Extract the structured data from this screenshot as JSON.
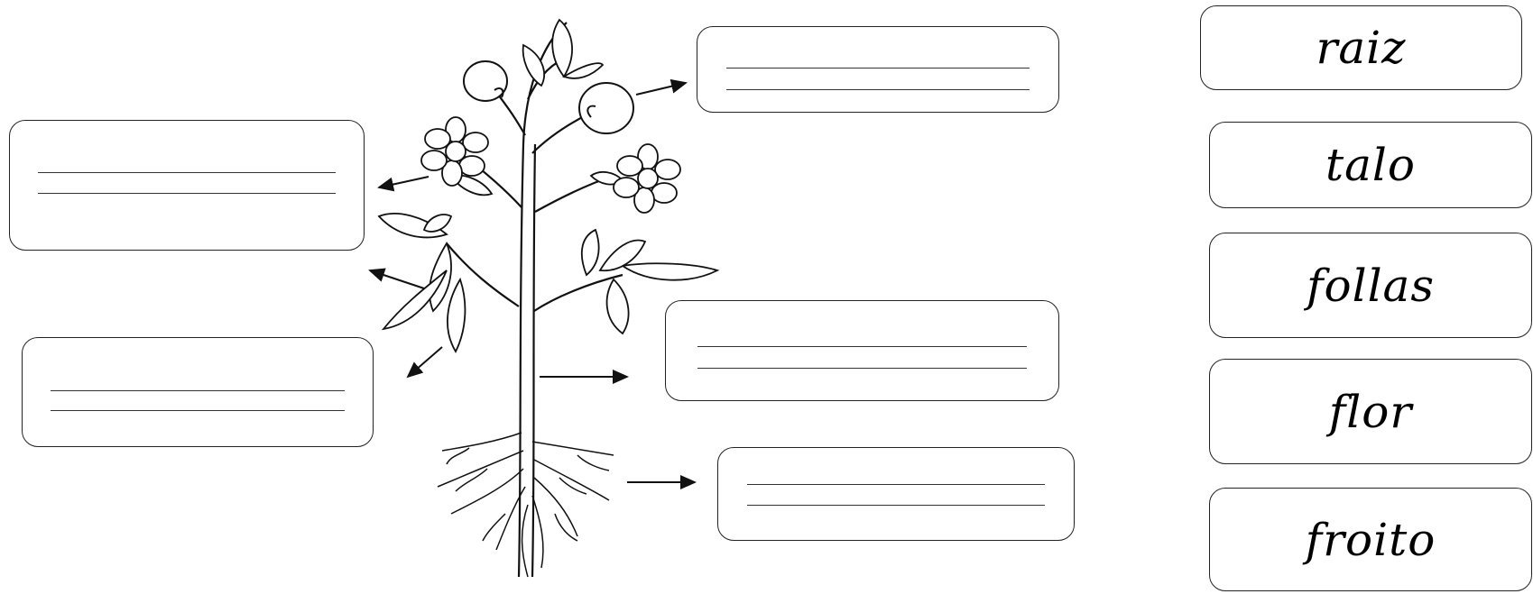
{
  "word_bank": [
    {
      "label": "raiz"
    },
    {
      "label": "talo"
    },
    {
      "label": "follas"
    },
    {
      "label": "flor"
    },
    {
      "label": "froito"
    }
  ]
}
